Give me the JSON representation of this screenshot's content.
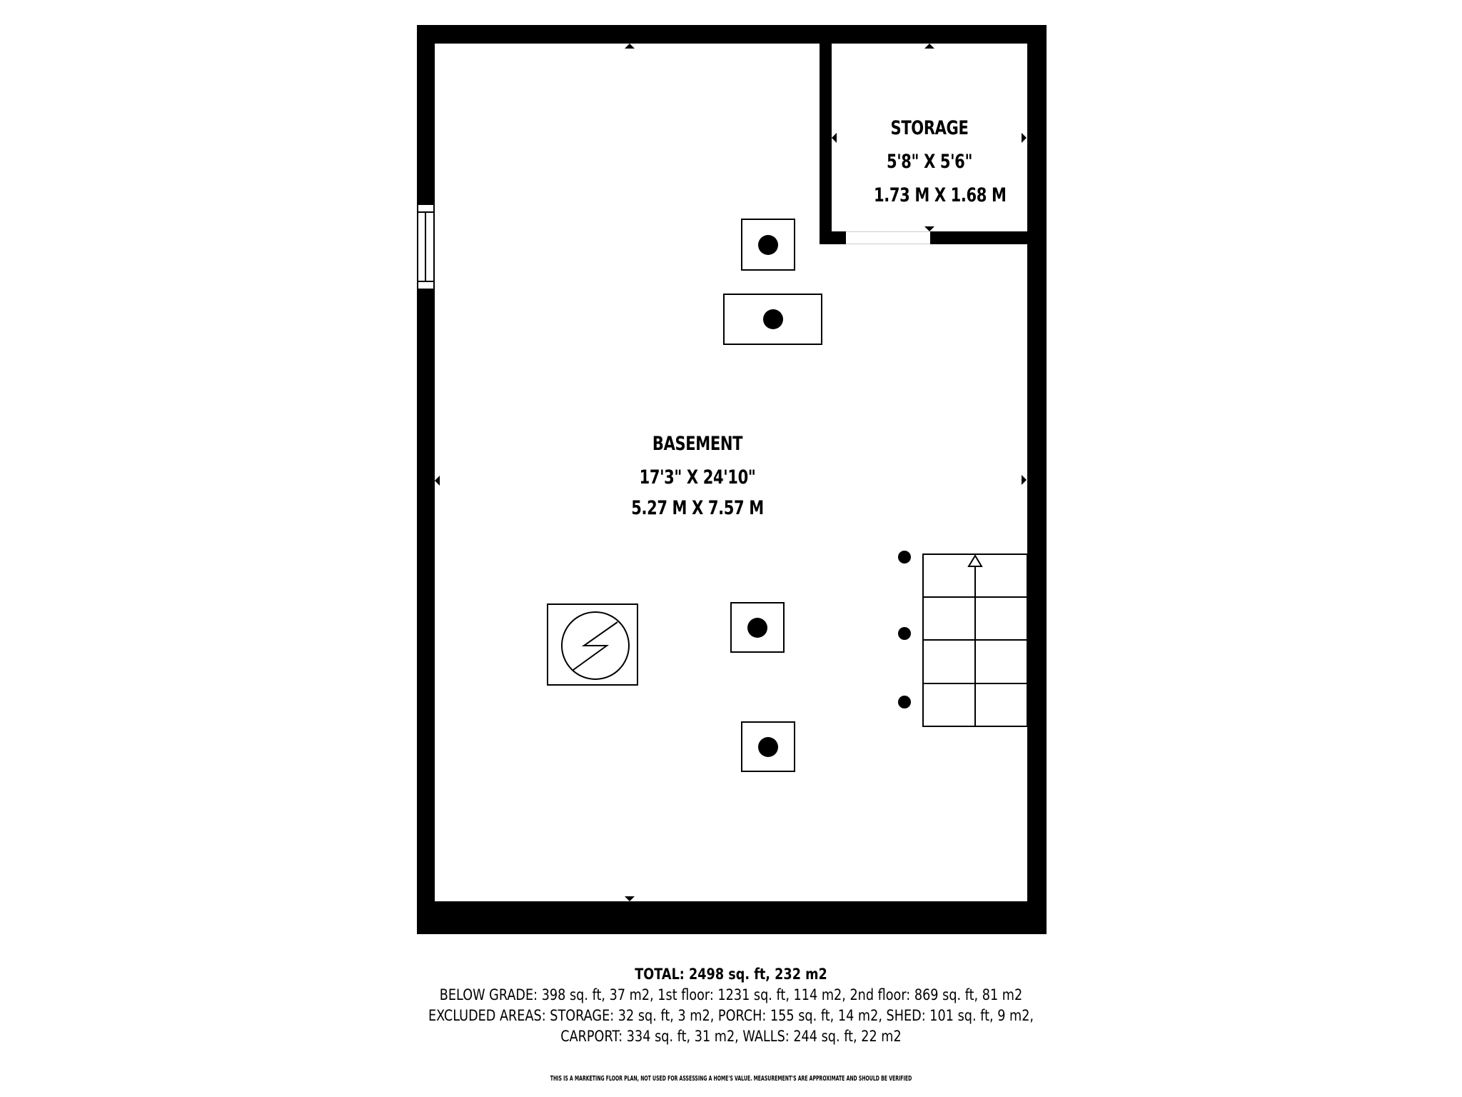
{
  "floor_plan": {
    "rooms": [
      {
        "name": "BASEMENT",
        "dimensions_imperial": "17'3\" X 24'10\"",
        "dimensions_metric": "5.27 M X 7.57 M"
      },
      {
        "name": "STORAGE",
        "dimensions_imperial": "5'8\" X 5'6\"",
        "dimensions_metric": "1.73 M X 1.68 M"
      }
    ],
    "icons": {
      "electrical_panel": "electrical-panel-icon",
      "fixture": "fixture-post-icon",
      "stairs": "stairs-up-icon",
      "window": "window-icon",
      "door": "door-opening-icon"
    },
    "colors": {
      "wall": "#000000",
      "background": "#ffffff"
    }
  },
  "summary": {
    "total": "TOTAL: 2498 sq. ft, 232 m2",
    "line1": "BELOW GRADE: 398 sq. ft, 37 m2, 1st floor: 1231 sq. ft, 114 m2, 2nd floor: 869 sq. ft, 81 m2",
    "line2": "EXCLUDED AREAS: STORAGE: 32 sq. ft, 3 m2, PORCH: 155 sq. ft, 14 m2, SHED: 101 sq. ft, 9 m2,",
    "line3": "CARPORT: 334 sq. ft, 31 m2, WALLS: 244 sq. ft, 22 m2"
  },
  "disclaimer": "THIS IS A MARKETING FLOOR PLAN, NOT USED FOR ASSESSING A HOME'S VALUE. MEASUREMENT'S ARE APPROXIMATE AND SHOULD BE VERIFIED"
}
